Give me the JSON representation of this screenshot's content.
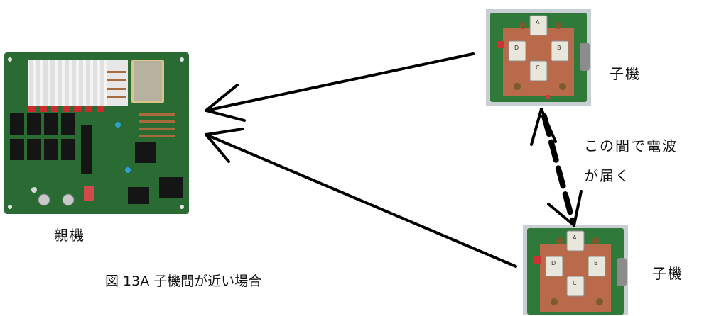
{
  "labels": {
    "parent": "親機",
    "child_top": "子機",
    "child_bottom": "子機",
    "radio_line1": "この間で電波",
    "radio_line2": "が届く"
  },
  "caption": "図 13A 子機間が近い場合",
  "colors": {
    "arrow": "#000000",
    "pcb_green": "#2f7a3a",
    "relay_black": "#1a1a1a",
    "board_gray": "#c8ccd0",
    "module_copper": "#b86a4a"
  }
}
